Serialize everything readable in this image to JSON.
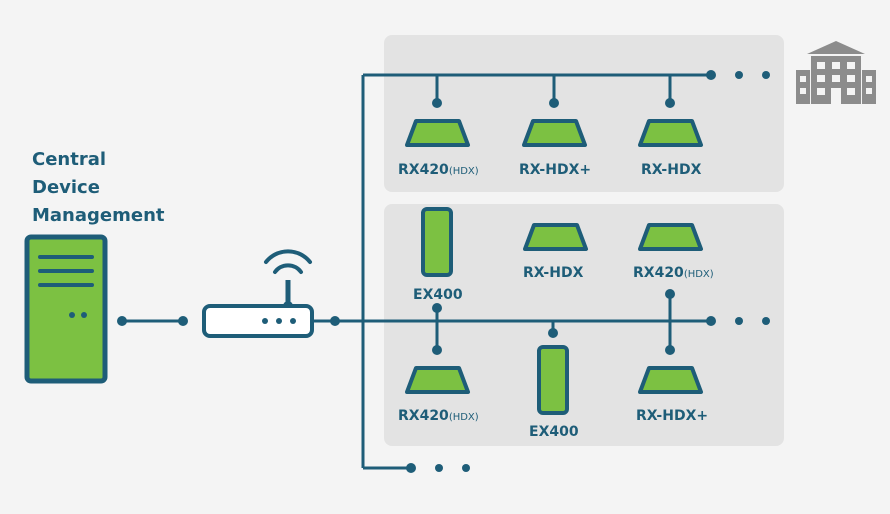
{
  "title": {
    "line1": "Central",
    "line2": "Device",
    "line3": "Management"
  },
  "devices": {
    "row1": [
      {
        "name": "RX420",
        "suffix": "(HDX)"
      },
      {
        "name": "RX-HDX+",
        "suffix": ""
      },
      {
        "name": "RX-HDX",
        "suffix": ""
      }
    ],
    "row2": [
      {
        "name": "EX400",
        "suffix": ""
      },
      {
        "name": "RX-HDX",
        "suffix": ""
      },
      {
        "name": "RX420",
        "suffix": "(HDX)"
      }
    ],
    "row3": [
      {
        "name": "RX420",
        "suffix": "(HDX)"
      },
      {
        "name": "EX400",
        "suffix": ""
      },
      {
        "name": "RX-HDX+",
        "suffix": ""
      }
    ]
  },
  "icons": {
    "server": "server-icon",
    "router": "wifi-router-icon",
    "building": "building-icon"
  },
  "colors": {
    "line": "#1e5d78",
    "device_fill": "#7cc142",
    "panel": "#e3e3e3",
    "building": "#8c8c8c"
  }
}
